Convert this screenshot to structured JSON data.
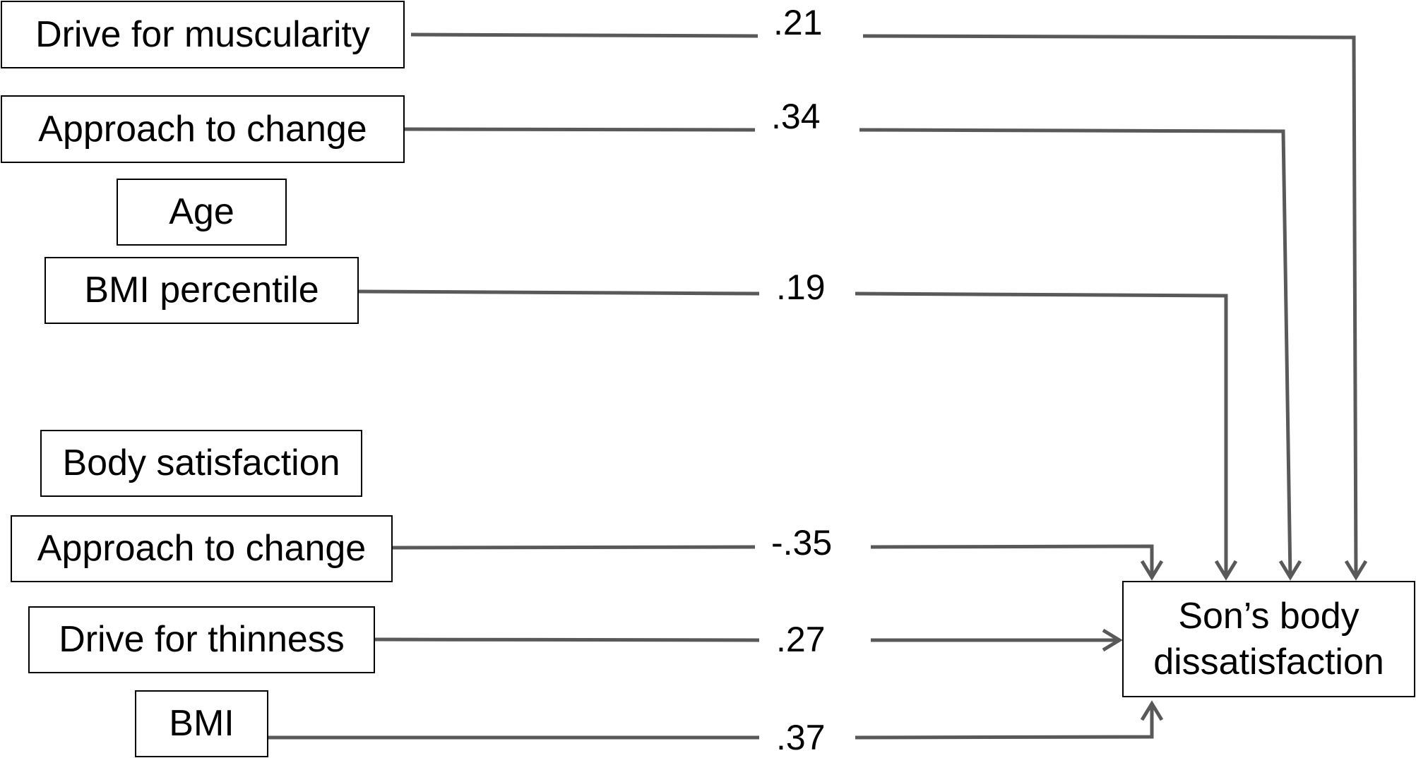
{
  "nodes": {
    "drive_muscularity": "Drive for muscularity",
    "approach_change_1": "Approach to change",
    "age": "Age",
    "bmi_percentile": "BMI percentile",
    "body_satisfaction": "Body satisfaction",
    "approach_change_2": "Approach to change",
    "drive_thinness": "Drive for thinness",
    "bmi": "BMI",
    "outcome_line1": "Son’s body",
    "outcome_line2": "dissatisfaction"
  },
  "coefficients": {
    "drive_muscularity": ".21",
    "approach_change_1": ".34",
    "bmi_percentile": ".19",
    "approach_change_2": "-.35",
    "drive_thinness": ".27",
    "bmi": ".37"
  },
  "colors": {
    "line": "#595959",
    "box_border": "#000000",
    "text": "#000000"
  }
}
